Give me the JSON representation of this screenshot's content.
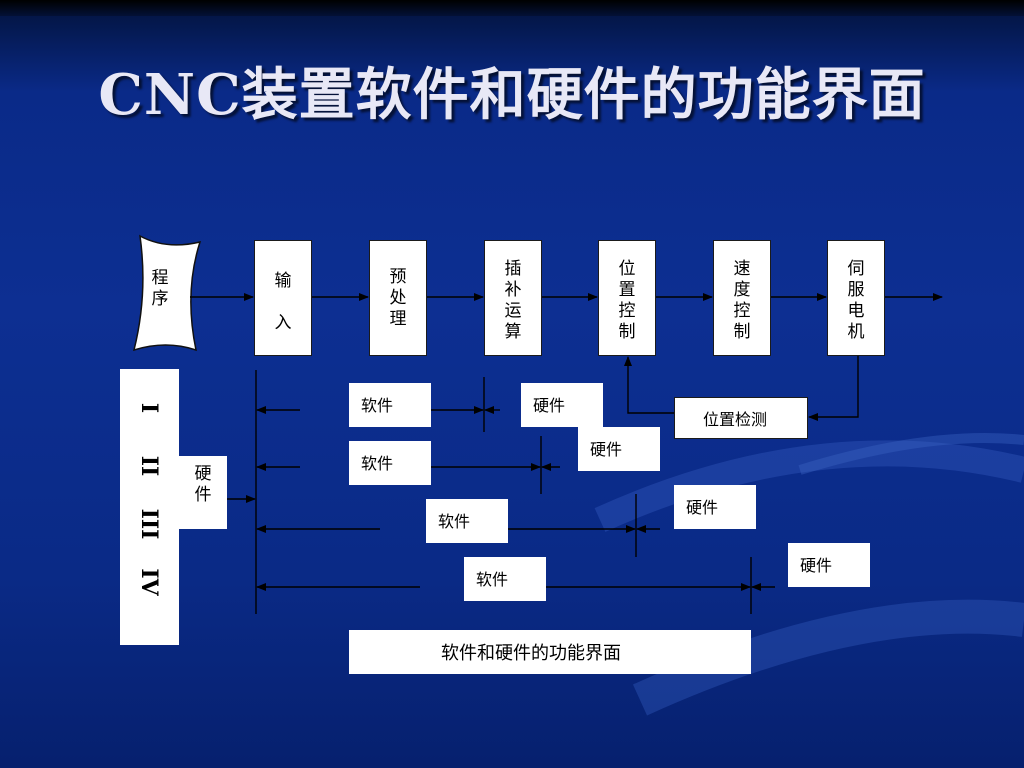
{
  "title": "CNC装置软件和硬件的功能界面",
  "flow": {
    "program": "程\n序",
    "steps": [
      "输\n\n入",
      "预\n处\n理",
      "插\n补\n运\n算",
      "位\n置\n控\n制",
      "速\n度\n控\n制",
      "伺\n服\n电\n机"
    ]
  },
  "feedback": "位置检测",
  "levels": {
    "numerals": [
      "I",
      "II",
      "III",
      "IV"
    ],
    "hardware_label": "硬\n件"
  },
  "rows": [
    {
      "software": "软件",
      "hardware": "硬件"
    },
    {
      "software": "软件",
      "hardware": "硬件"
    },
    {
      "software": "软件",
      "hardware": "硬件"
    },
    {
      "software": "软件",
      "hardware": "硬件"
    }
  ],
  "caption": "软件和硬件的功能界面",
  "colors": {
    "background": "#0d2f92",
    "title": "#e8e8f6",
    "box": "#ffffff",
    "line": "#000000"
  }
}
